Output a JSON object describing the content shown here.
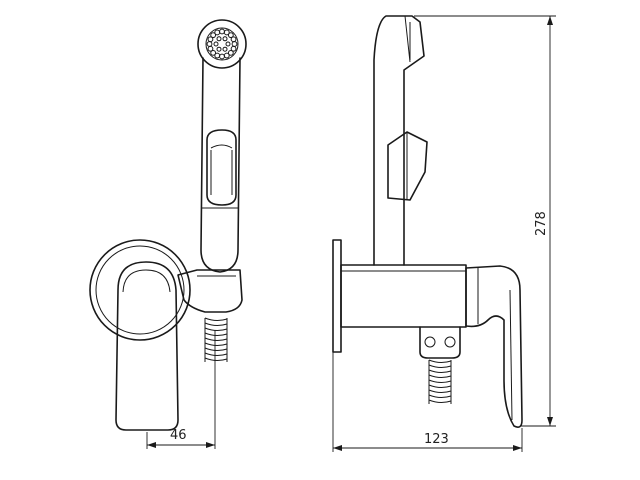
{
  "dimensions": {
    "width_label": "46",
    "depth_label": "123",
    "height_label": "278"
  },
  "views": [
    "front-view",
    "side-view"
  ]
}
